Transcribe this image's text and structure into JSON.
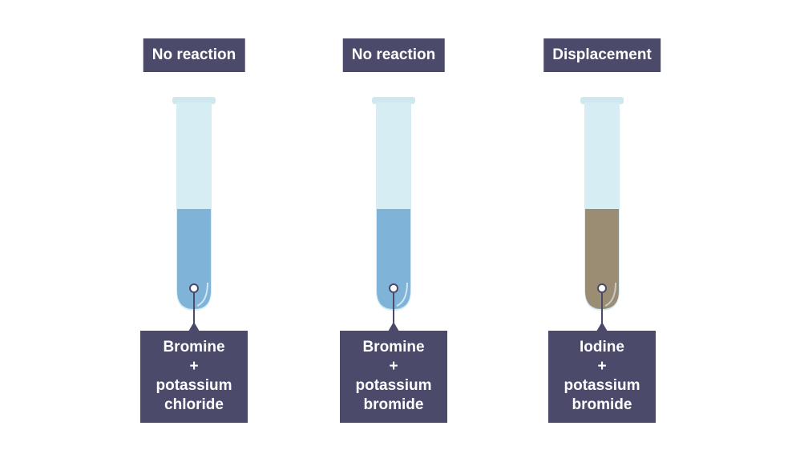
{
  "colors": {
    "box": "#4b4a6b",
    "box_text": "#ffffff",
    "tube_glass": "#d6edf3",
    "tube_rim": "#cfe8ef",
    "liquid_blue": "#7fb4d8",
    "liquid_brown": "#9b8c74",
    "pointer_line": "#4b4a6b"
  },
  "tubes": [
    {
      "result": "No reaction",
      "liquid": "blue",
      "reactant": "Bromine",
      "plus": "+",
      "salt_line1": "potassium",
      "salt_line2": "chloride"
    },
    {
      "result": "No reaction",
      "liquid": "blue",
      "reactant": "Bromine",
      "plus": "+",
      "salt_line1": "potassium",
      "salt_line2": "bromide"
    },
    {
      "result": "Displacement",
      "liquid": "brown",
      "reactant": "Iodine",
      "plus": "+",
      "salt_line1": "potassium",
      "salt_line2": "bromide"
    }
  ]
}
